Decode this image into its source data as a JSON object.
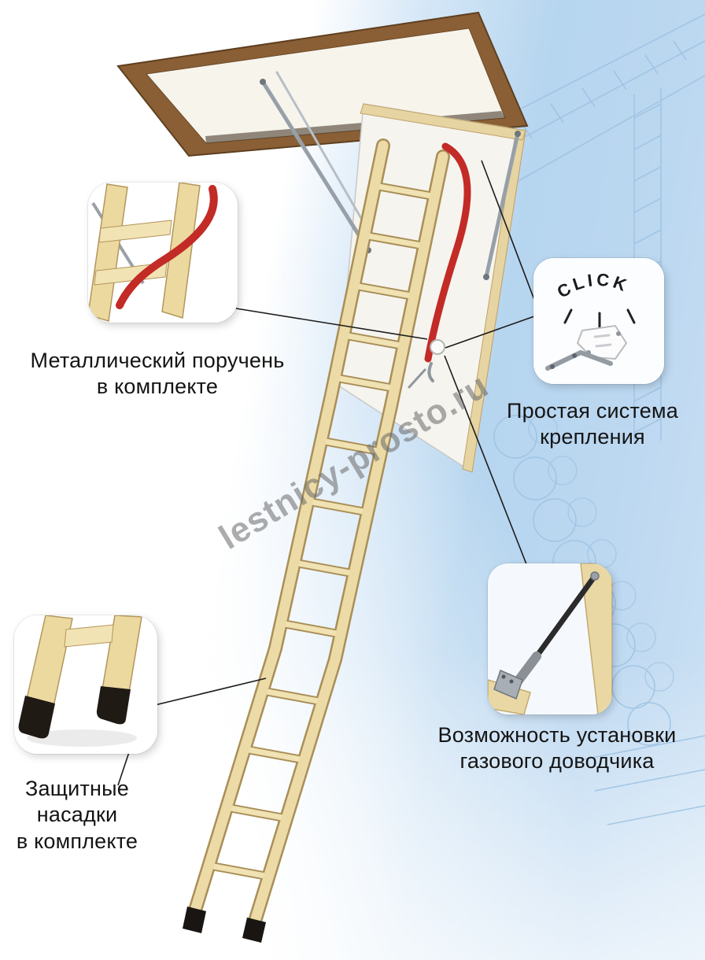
{
  "illustration": {
    "watermark": "lestnicy-prosto.ru",
    "click_label": "CLICK"
  },
  "labels": {
    "handrail": {
      "line1": "Металлический поручень",
      "line2": "в комплекте"
    },
    "mount": {
      "line1": "Простая система",
      "line2": "крепления"
    },
    "gas": {
      "line1": "Возможность установки",
      "line2": "газового доводчика"
    },
    "feet": {
      "line1": "Защитные",
      "line2": "насадки",
      "line3": "в комплекте"
    }
  },
  "colors": {
    "sky_blue": "#b6d5ef",
    "diagram_line_blue": "#9dc2e2",
    "wood_light": "#ecdba6",
    "wood_dark": "#a98f58",
    "handrail_red": "#c32b27",
    "hatch_frame_brown": "#8a5f35",
    "foot_cap_black": "#181512",
    "callout_line_black": "#1c1c1c",
    "watermark_gray": "#686868"
  }
}
